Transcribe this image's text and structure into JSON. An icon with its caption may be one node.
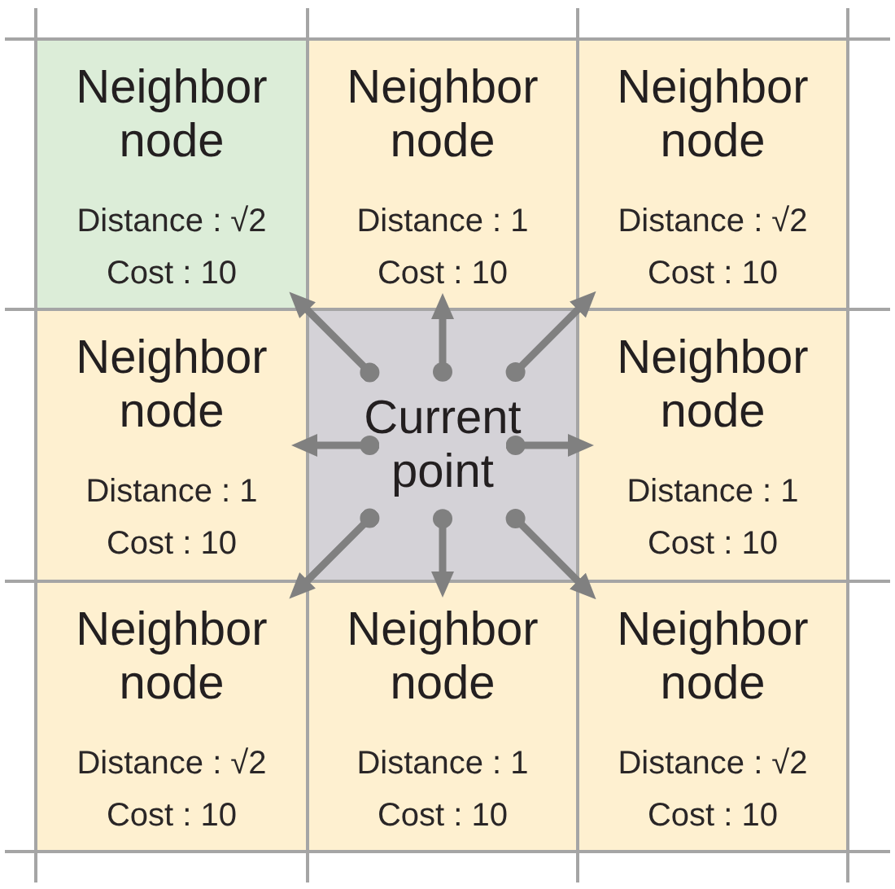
{
  "diagram": {
    "nodes": [
      {
        "text": [
          "Neighbor node",
          "Distance : √2",
          "Cost : 10"
        ]
      },
      {
        "text": [
          "Neighbor node",
          "Distance : 1",
          "Cost : 10"
        ]
      },
      {
        "text": [
          "Neighbor node",
          "Distance : √2",
          "Cost : 10"
        ]
      },
      {
        "text": [
          "Neighbor node",
          "Distance : 1",
          "Cost : 10"
        ]
      },
      {
        "text": [
          "Current point"
        ]
      },
      {
        "text": [
          "Neighbor node",
          "Distance : 1",
          "Cost : 10"
        ]
      },
      {
        "text": [
          "Neighbor node",
          "Distance : √2",
          "Cost : 10"
        ]
      },
      {
        "text": [
          "Neighbor node",
          "Distance : 1",
          "Cost : 10"
        ]
      },
      {
        "text": [
          "Neighbor node",
          "Distance : √2",
          "Cost : 10"
        ]
      }
    ],
    "edges": [
      {
        "from": 4,
        "to": 0,
        "arrow": "to"
      },
      {
        "from": 4,
        "to": 1,
        "arrow": "to"
      },
      {
        "from": 4,
        "to": 2,
        "arrow": "to"
      },
      {
        "from": 4,
        "to": 3,
        "arrow": "to"
      },
      {
        "from": 4,
        "to": 5,
        "arrow": "to"
      },
      {
        "from": 4,
        "to": 6,
        "arrow": "to"
      },
      {
        "from": 4,
        "to": 7,
        "arrow": "to"
      },
      {
        "from": 4,
        "to": 8,
        "arrow": "to"
      }
    ]
  }
}
